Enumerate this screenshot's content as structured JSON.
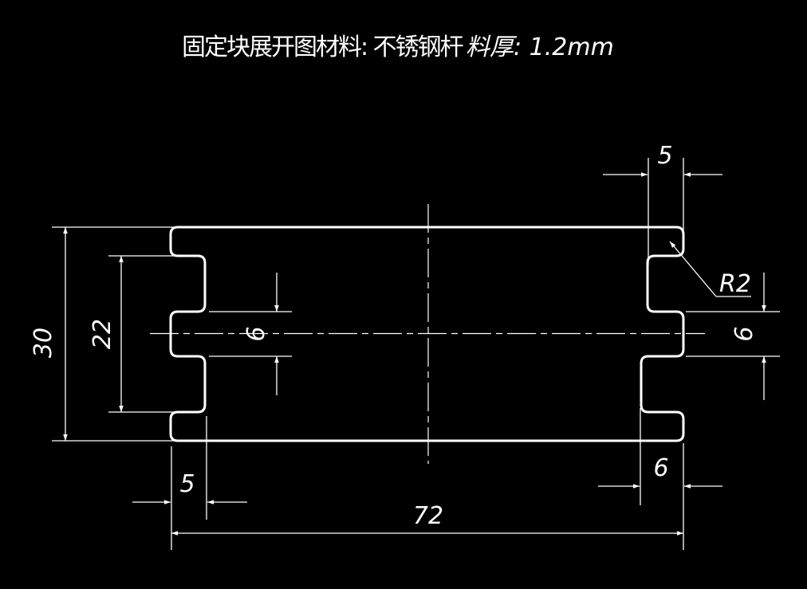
{
  "title": {
    "part_name": "固定块展开图",
    "material": "材料: 不锈钢杆",
    "thickness": "料厚: 1.2mm"
  },
  "dimensions": {
    "overall_width": "72",
    "overall_height": "30",
    "inner_height": "22",
    "left_tab_height": "6",
    "right_tab_height": "6",
    "top_right_notch_depth": "5",
    "bottom_left_notch_depth": "5",
    "bottom_right_notch_depth": "6",
    "fillet_radius": "R2"
  },
  "colors": {
    "background": "#000000",
    "line": "#ffffff"
  }
}
